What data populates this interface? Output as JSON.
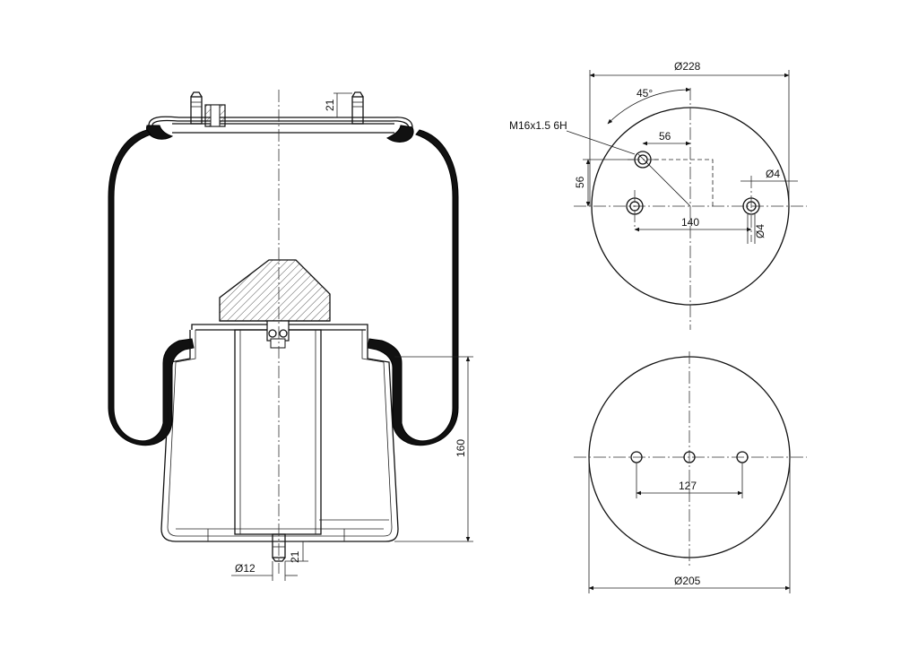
{
  "section_view": {
    "dim_height": "160",
    "dim_top_stud": "21",
    "dim_bottom_stud": "21",
    "dim_bottom_dia": "Ø12"
  },
  "top_view": {
    "dim_outer_dia": "Ø228",
    "dim_angle": "45°",
    "thread_callout": "M16x1.5 6H",
    "dim_offset_x": "56",
    "dim_offset_y": "56",
    "dim_hole_right": "Ø4",
    "dim_hole_spacing": "140",
    "dim_hole_lower": "Ø4"
  },
  "bottom_view": {
    "dim_hole_spacing": "127",
    "dim_outer_dia": "Ø205"
  }
}
